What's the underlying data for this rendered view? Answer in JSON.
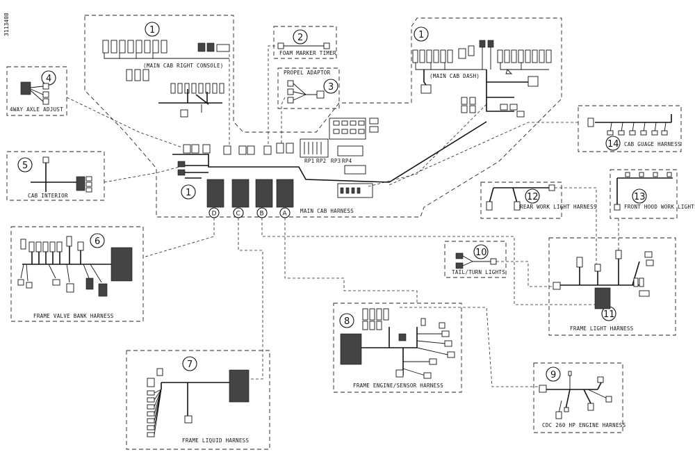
{
  "doc_id": "3113408",
  "callouts": [
    {
      "id": "main-console",
      "number": "1",
      "label": "(MAIN CAB RIGHT CONSOLE)"
    },
    {
      "id": "foam",
      "number": "2",
      "label": "FOAM MARKER TIMER"
    },
    {
      "id": "propel",
      "number": "3",
      "label": "PROPEL ADAPTOR"
    },
    {
      "id": "axle",
      "number": "4",
      "label": "4WAY AXLE ADJUST"
    },
    {
      "id": "cabint",
      "number": "5",
      "label": "CAB INTERIOR"
    },
    {
      "id": "valve",
      "number": "6",
      "label": "FRAME VALVE BANK HARNESS"
    },
    {
      "id": "liquid",
      "number": "7",
      "label": "FRAME LIQUID HARNESS"
    },
    {
      "id": "engine",
      "number": "8",
      "label": "FRAME ENGINE/SENSOR HARNESS"
    },
    {
      "id": "cdc",
      "number": "9",
      "label": "CDC 260 HP ENGINE HARNESS"
    },
    {
      "id": "tail",
      "number": "10",
      "label": "TAIL/TURN LIGHTS"
    },
    {
      "id": "frame-light",
      "number": "11",
      "label": "FRAME LIGHT HARNESS"
    },
    {
      "id": "rear",
      "number": "12",
      "label": "REAR WORK LIGHT HARNESS"
    },
    {
      "id": "hood",
      "number": "13",
      "label": "FRONT HOOD WORK LIGHTS"
    },
    {
      "id": "gauge",
      "number": "14",
      "label": "CAB GUAGE HARNESS"
    },
    {
      "id": "dash",
      "number": "1",
      "label": "(MAIN CAB DASH)"
    },
    {
      "id": "main-harness",
      "number": "1",
      "label": "MAIN CAB HARNESS"
    }
  ],
  "connector_letters": [
    "D",
    "C",
    "B",
    "A"
  ],
  "relay_labels": [
    "RP1",
    "RP2",
    "RP3",
    "RP4"
  ]
}
